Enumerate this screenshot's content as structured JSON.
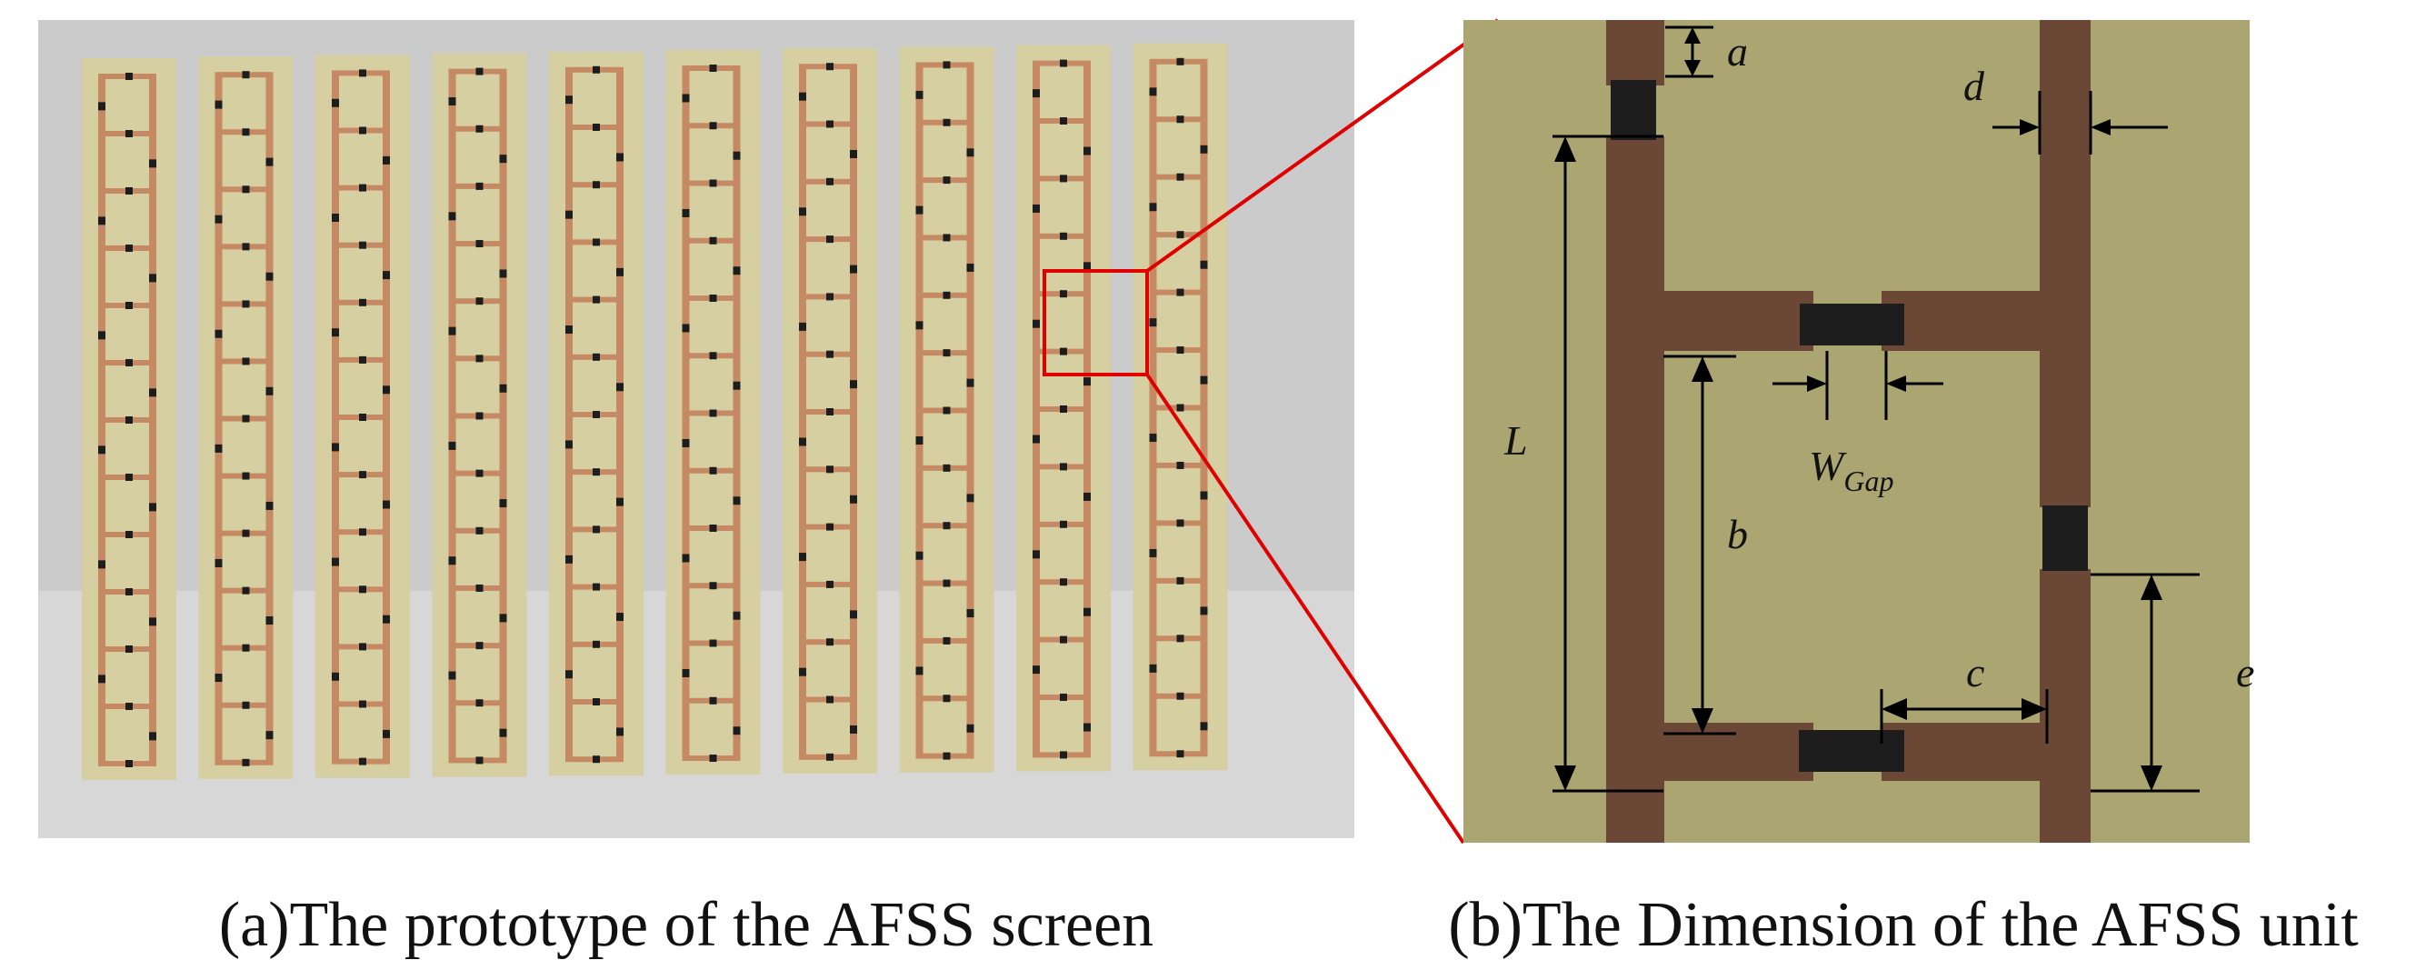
{
  "panels": {
    "a": {
      "caption": "(a)The prototype of the AFSS screen"
    },
    "b": {
      "caption": "(b)The Dimension of the AFSS unit",
      "labels": {
        "a": "a",
        "d": "d",
        "L": "L",
        "b": "b",
        "c": "c",
        "e": "e",
        "wgap_main": "W",
        "wgap_sub": "Gap"
      }
    }
  },
  "prototype": {
    "strip_count": 10,
    "cells_per_strip": 12
  },
  "colors": {
    "background_panel": "#c9c9c9",
    "substrate": "#d6cfa1",
    "copper_strip": "#c58a63",
    "chip": "#1d1d1d",
    "zoom_box": "#e00000",
    "unit_substrate": "#aba571",
    "unit_copper": "#6b4836",
    "dimension_line": "#000000"
  }
}
